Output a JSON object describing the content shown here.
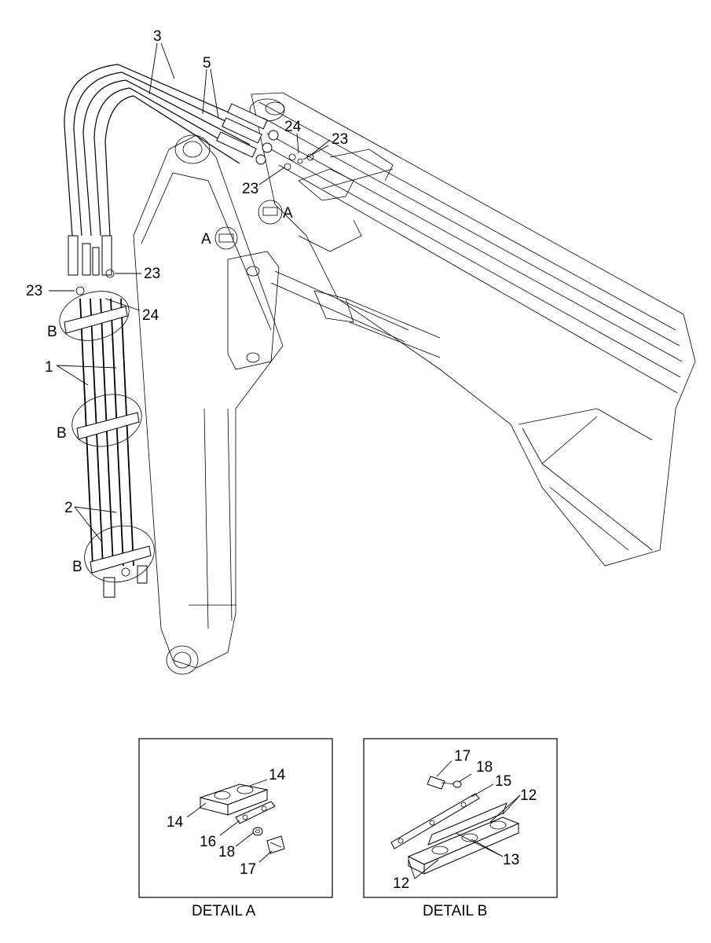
{
  "callouts": {
    "c3": "3",
    "c5": "5",
    "c24a": "24",
    "c23a": "23",
    "c23b": "23",
    "cA1": "A",
    "cA2": "A",
    "c23c": "23",
    "c23d": "23",
    "c24b": "24",
    "cB1": "B",
    "c1": "1",
    "cB2": "B",
    "c2": "2",
    "cB3": "B"
  },
  "detail_a": {
    "caption": "DETAIL A",
    "c14a": "14",
    "c14b": "14",
    "c16": "16",
    "c18": "18",
    "c17": "17"
  },
  "detail_b": {
    "caption": "DETAIL B",
    "c17": "17",
    "c18": "18",
    "c15": "15",
    "c12a": "12",
    "c13": "13",
    "c12b": "12"
  }
}
